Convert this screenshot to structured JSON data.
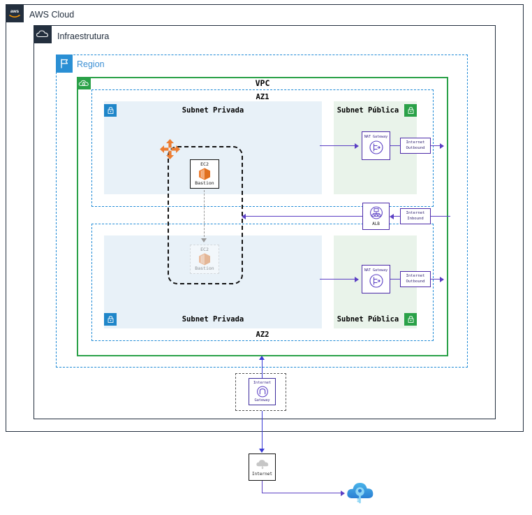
{
  "diagram": {
    "aws_cloud": {
      "title": "AWS Cloud",
      "icon": "aws-logo-icon"
    },
    "infrastructure": {
      "title": "Infraestrutura",
      "icon": "cloud-icon"
    },
    "region": {
      "title": "Region",
      "icon": "region-flag-icon",
      "color": "#3b8fd4"
    },
    "vpc": {
      "title": "VPC",
      "icon": "vpc-cloud-icon",
      "color": "#2aa148"
    }
  },
  "availability_zones": [
    {
      "id": "az1",
      "label": "AZ1"
    },
    {
      "id": "az2",
      "label": "AZ2"
    }
  ],
  "subnets": [
    {
      "az": "AZ1",
      "type": "private",
      "label": "Subnet Privada",
      "lock": "lock-icon",
      "color": "#e8f1f8",
      "badge_color": "#1f86c9"
    },
    {
      "az": "AZ1",
      "type": "public",
      "label": "Subnet Pública",
      "lock": "lock-icon",
      "color": "#e9f3ea",
      "badge_color": "#2aa148"
    },
    {
      "az": "AZ2",
      "type": "private",
      "label": "Subnet Privada",
      "lock": "lock-icon",
      "color": "#e8f1f8",
      "badge_color": "#1f86c9"
    },
    {
      "az": "AZ2",
      "type": "public",
      "label": "Subnet Pública",
      "lock": "lock-icon",
      "color": "#e9f3ea",
      "badge_color": "#2aa148"
    }
  ],
  "nodes": {
    "ec2_bastion_primary": {
      "caption": "EC2",
      "label": "Bastion",
      "icon": "ec2-instance-icon",
      "state": "active"
    },
    "ec2_bastion_standby": {
      "caption": "EC2",
      "label": "Bastion",
      "icon": "ec2-instance-icon",
      "state": "standby"
    },
    "nat_gateway_1": {
      "caption": "NAT Gateway",
      "icon": "nat-gateway-icon"
    },
    "nat_gateway_2": {
      "caption": "NAT Gateway",
      "icon": "nat-gateway-icon"
    },
    "alb": {
      "caption": "ALB",
      "icon": "application-load-balancer-icon"
    },
    "internet_gateway": {
      "caption_top": "Internet",
      "caption_bottom": "Gateway",
      "icon": "internet-gateway-icon"
    },
    "internet": {
      "label": "Internet",
      "icon": "internet-cloud-icon"
    },
    "external_cloud": {
      "icon": "cloud-key-icon",
      "color": "#3aa0e8"
    },
    "route_icon": {
      "icon": "route-four-arrows-icon",
      "color": "#ed7d31"
    }
  },
  "annotations": {
    "internet_outbound_1": {
      "line1": "Internet",
      "line2": "Outbound"
    },
    "internet_outbound_2": {
      "line1": "Internet",
      "line2": "Outbound"
    },
    "internet_inbound": {
      "line1": "Internet",
      "line2": "Inbound"
    }
  }
}
